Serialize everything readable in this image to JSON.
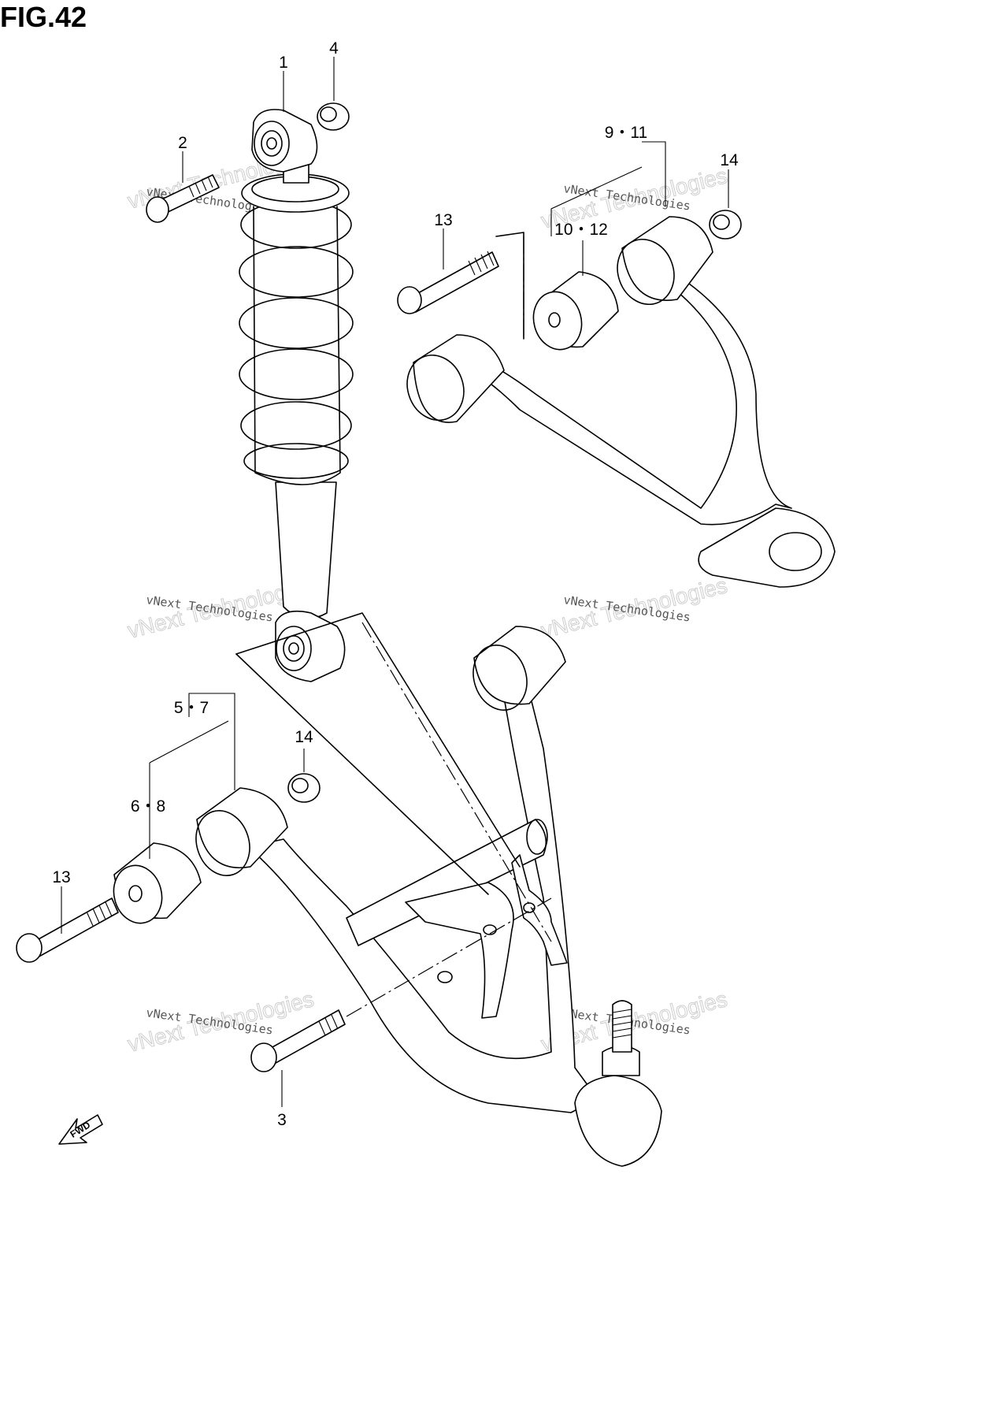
{
  "figure": {
    "title": "FIG.42"
  },
  "callouts": [
    {
      "id": "c1",
      "label": "1"
    },
    {
      "id": "c4",
      "label": "4"
    },
    {
      "id": "c2",
      "label": "2"
    },
    {
      "id": "c9_11",
      "label": "9・11"
    },
    {
      "id": "c14_upper",
      "label": "14"
    },
    {
      "id": "c13_upper",
      "label": "13"
    },
    {
      "id": "c10_12",
      "label": "10・12"
    },
    {
      "id": "c5_7",
      "label": "5・7"
    },
    {
      "id": "c14_lower",
      "label": "14"
    },
    {
      "id": "c6_8",
      "label": "6・8"
    },
    {
      "id": "c13_lower",
      "label": "13"
    },
    {
      "id": "c3",
      "label": "3"
    }
  ],
  "watermarks": [
    {
      "line1": "vNext Technologies",
      "line2": "vNext Technologies"
    },
    {
      "line1": "vNext Technologies",
      "line2": "vNext Technologies"
    },
    {
      "line1": "vNext Technologies",
      "line2": "vNext Technologies"
    },
    {
      "line1": "vNext Technologies",
      "line2": "vNext Technologies"
    },
    {
      "line1": "vNext Technologies",
      "line2": "vNext Technologies"
    },
    {
      "line1": "vNext Technologies",
      "line2": "vNext Technologies"
    }
  ],
  "fwd_arrow": {
    "label": "FWD",
    "icon": "fwd-arrow-icon"
  },
  "colors": {
    "line": "#000000",
    "background": "#ffffff",
    "watermark": "#c8c8c8"
  }
}
